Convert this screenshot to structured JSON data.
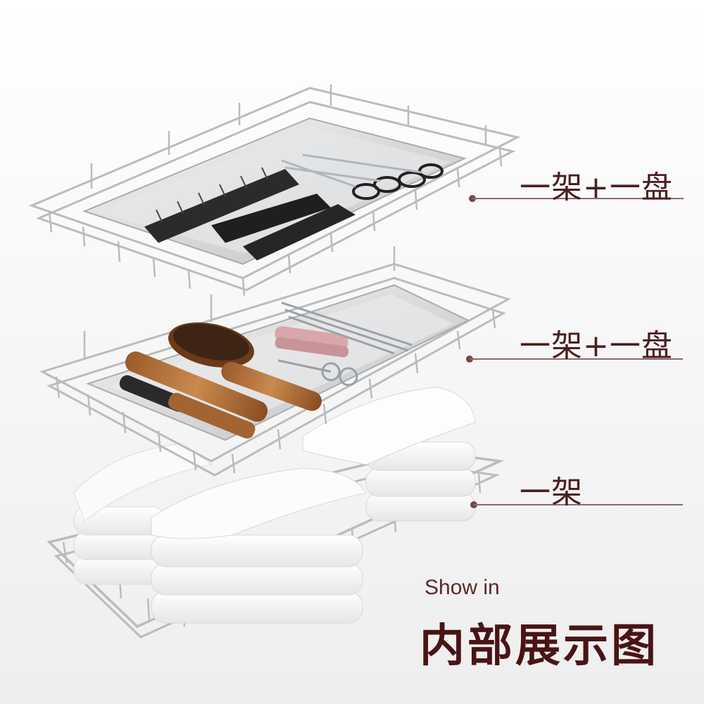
{
  "callouts": {
    "top": "一架+一盘",
    "middle": "一架+一盘",
    "bottom": "一架"
  },
  "caption": {
    "subtitle": "Show in",
    "title": "内部展示图"
  }
}
